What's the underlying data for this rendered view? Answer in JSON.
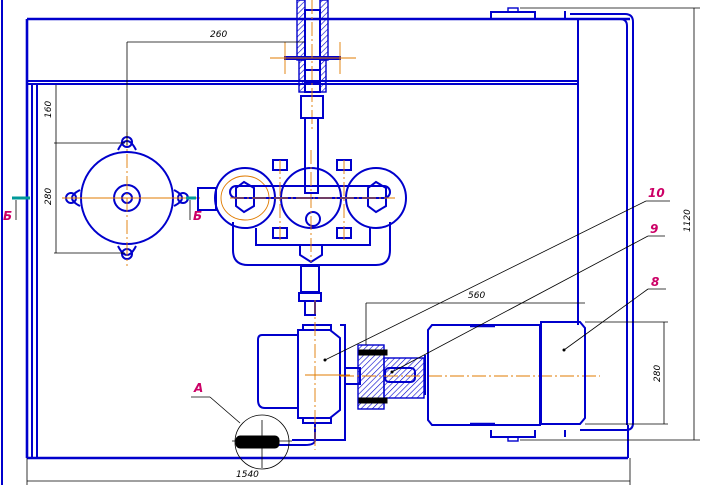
{
  "drawing": {
    "type": "mechanical assembly drawing",
    "colors": {
      "outline": "#0000cc",
      "centerline": "#e07b00",
      "dimension": "#000000",
      "callout": "#cc0066",
      "section_mark": "#009999"
    },
    "dimensions": {
      "pump_offset_horizontal": "260",
      "pump_offset_vertical": "160",
      "pump_height": "280",
      "motor_length": "560",
      "motor_height": "280",
      "overall_height": "1120",
      "overall_width": "1540"
    },
    "section_labels": {
      "left": "Б",
      "right": "Б"
    },
    "detail_label": "А",
    "callouts": [
      {
        "number": "10"
      },
      {
        "number": "9"
      },
      {
        "number": "8"
      }
    ]
  }
}
